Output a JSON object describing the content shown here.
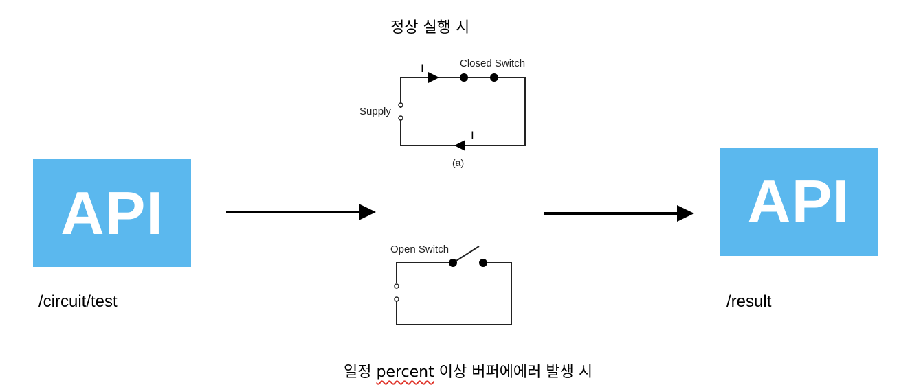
{
  "captions": {
    "top": "정상 실행 시",
    "bottom_prefix": "일정 ",
    "bottom_highlight": "percent",
    "bottom_suffix": " 이상 버퍼에에러 발생 시"
  },
  "api_boxes": {
    "left_label": "API",
    "right_label": "API"
  },
  "paths": {
    "left": "/circuit/test",
    "right": "/result"
  },
  "circuit_closed": {
    "switch_label": "Closed Switch",
    "supply_label": "Supply",
    "current_top": "I",
    "current_bottom": "I",
    "figure_label": "(a)"
  },
  "circuit_open": {
    "switch_label": "Open Switch"
  },
  "colors": {
    "api_background": "#5bb8ee",
    "api_text": "#ffffff",
    "squiggle_underline": "#e0352b"
  }
}
